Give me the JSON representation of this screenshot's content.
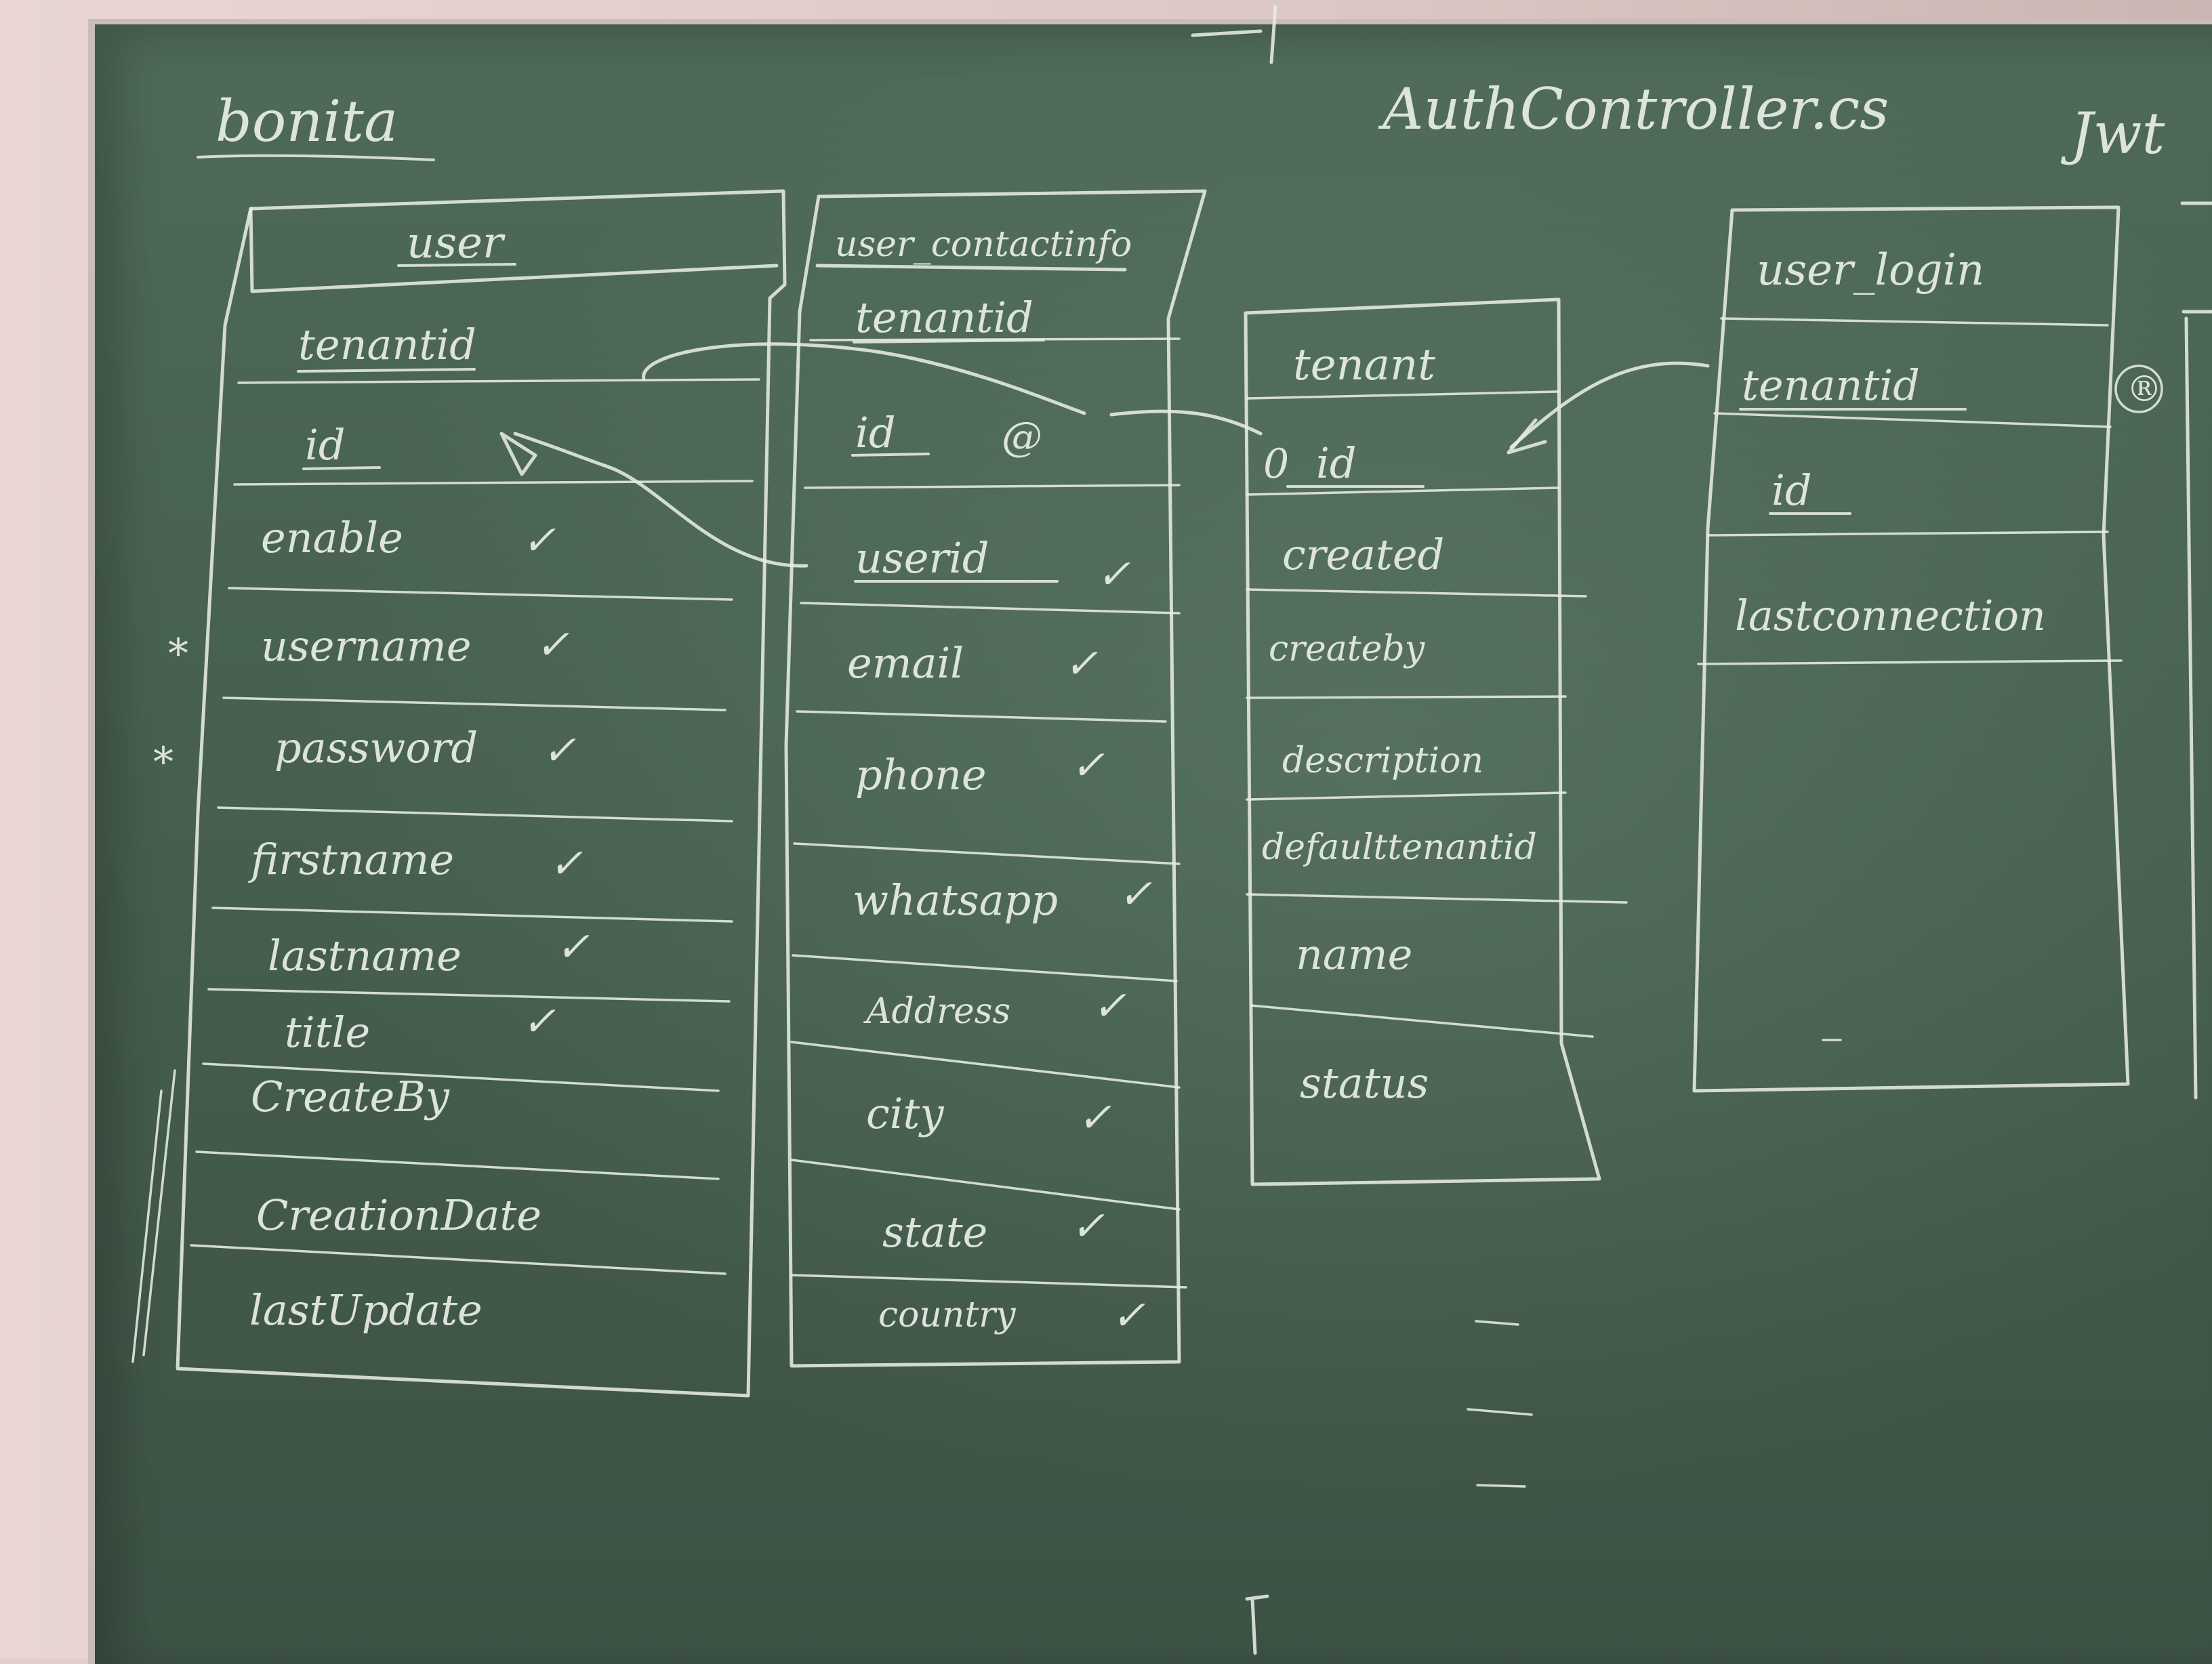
{
  "board": {
    "project_label": "bonita",
    "file_label": "AuthController.cs",
    "cut_label": "Jwt"
  },
  "tables": {
    "user": {
      "name": "user",
      "fields": [
        {
          "label": "tenantid",
          "mark": ""
        },
        {
          "label": "id",
          "mark": ""
        },
        {
          "label": "enable",
          "mark": "✓"
        },
        {
          "label": "username",
          "mark": "✓"
        },
        {
          "label": "password",
          "mark": "✓"
        },
        {
          "label": "firstname",
          "mark": "✓"
        },
        {
          "label": "lastname",
          "mark": "✓"
        },
        {
          "label": "title",
          "mark": "✓"
        },
        {
          "label": "CreateBy",
          "mark": ""
        },
        {
          "label": "CreationDate",
          "mark": ""
        },
        {
          "label": "lastUpdate",
          "mark": ""
        }
      ],
      "star_marks": [
        "*",
        "*"
      ]
    },
    "user_contactinfo": {
      "name": "user_contactinfo",
      "fields": [
        {
          "label": "tenantid",
          "mark": ""
        },
        {
          "label": "id",
          "mark": "@"
        },
        {
          "label": "userid",
          "mark": "✓"
        },
        {
          "label": "email",
          "mark": "✓"
        },
        {
          "label": "phone",
          "mark": "✓"
        },
        {
          "label": "whatsapp",
          "mark": "✓"
        },
        {
          "label": "Address",
          "mark": "✓"
        },
        {
          "label": "city",
          "mark": "✓"
        },
        {
          "label": "state",
          "mark": "✓"
        },
        {
          "label": "country",
          "mark": "✓"
        }
      ]
    },
    "tenant": {
      "name": "tenant",
      "fields": [
        {
          "label": "id",
          "mark": "0"
        },
        {
          "label": "created",
          "mark": ""
        },
        {
          "label": "createby",
          "mark": ""
        },
        {
          "label": "description",
          "mark": ""
        },
        {
          "label": "defaulttenantid",
          "mark": ""
        },
        {
          "label": "name",
          "mark": ""
        },
        {
          "label": "status",
          "mark": ""
        }
      ]
    },
    "user_login": {
      "name": "user_login",
      "fields": [
        {
          "label": "tenantid",
          "mark": "®"
        },
        {
          "label": "id",
          "mark": ""
        },
        {
          "label": "lastconnection",
          "mark": ""
        }
      ]
    }
  }
}
